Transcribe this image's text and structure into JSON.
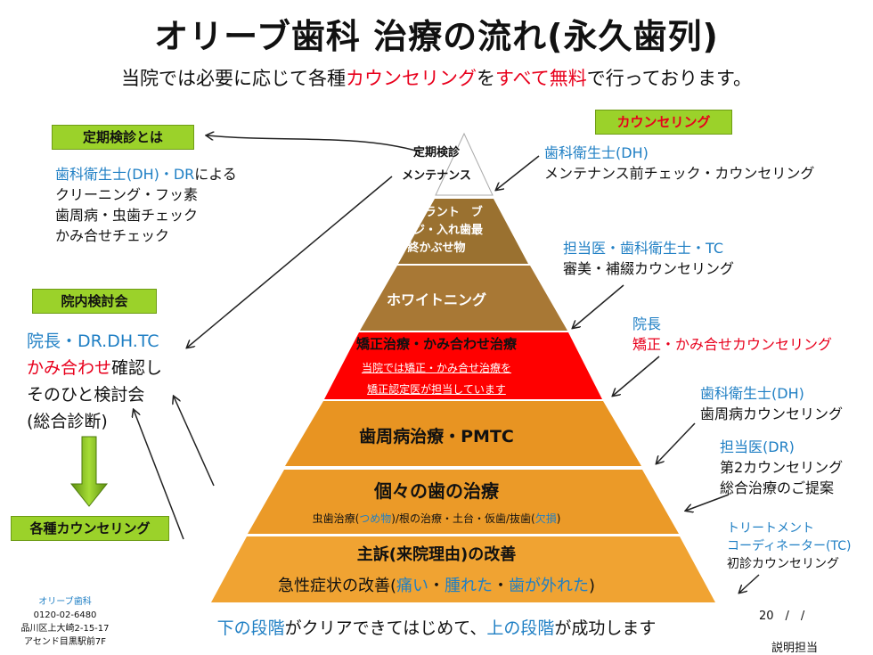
{
  "header": {
    "title": "オリーブ歯科 治療の流れ(永久歯列)",
    "subtitle_pre": "当院では必要に応じて各種",
    "subtitle_red1": "カウンセリング",
    "subtitle_mid": "を",
    "subtitle_red2": "すべて無料",
    "subtitle_post": "で行っております。"
  },
  "left": {
    "tag_checkup": "定期検診とは",
    "checkup_line1_blue": "歯科衛生士(DH)・DR",
    "checkup_line1_rest": "による",
    "checkup_line2": "クリーニング・フッ素",
    "checkup_line3": "歯周病・虫歯チェック",
    "checkup_line4": "かみ合せチェック",
    "tag_meeting": "院内検討会",
    "meeting_line1": "院長・DR.DH.TC",
    "meeting_line2_red": "かみ合わせ",
    "meeting_line2_rest": "確認し",
    "meeting_line3": "そのひと検討会",
    "meeting_line4": "(総合診断)",
    "tag_counseling": "各種カウンセリング"
  },
  "pyramid": {
    "tier1_a": "定期検診",
    "tier1_b": "メンテナンス",
    "tier2_a": "インプラント　ブ",
    "tier2_b": "リッジ・入れ歯最",
    "tier2_c": "終かぶせ物",
    "tier3": "ホワイトニング",
    "tier4_a": "矯正治療・かみ合わせ治療",
    "tier4_b": "当院では矯正・かみ合せ治療を",
    "tier4_c": "矯正認定医が担当しています",
    "tier5": "歯周病治療・PMTC",
    "tier6_a": "個々の歯の治療",
    "tier6_b_1": "虫歯治療(",
    "tier6_b_2": "つめ物",
    "tier6_b_3": ")/根の治療・土台・仮歯/抜歯(",
    "tier6_b_4": "欠損",
    "tier6_b_5": ")",
    "tier7_a": "主訴(来院理由)の改善",
    "tier7_b_1": "急性症状の改善(",
    "tier7_b_2": "痛い",
    "tier7_b_3": "・",
    "tier7_b_4": "腫れた",
    "tier7_b_5": "・",
    "tier7_b_6": "歯が外れた",
    "tier7_b_7": ")"
  },
  "right": {
    "tag_counseling": "カウンセリング",
    "r1_blue": "歯科衛生士(DH)",
    "r1_text": "メンテナンス前チェック・カウンセリング",
    "r2_blue": "担当医・歯科衛生士・TC",
    "r2_text": "審美・補綴カウンセリング",
    "r3_blue": "院長",
    "r3_red": "矯正・かみ合せカウンセリング",
    "r4_blue": "歯科衛生士(DH)",
    "r4_text": "歯周病カウンセリング",
    "r5_blue": "担当医(DR)",
    "r5_text1": "第2カウンセリング",
    "r5_text2": "総合治療のご提案",
    "r6_blue1": "トリートメント",
    "r6_blue2": "コーディネーター(TC)",
    "r6_text": "初診カウンセリング"
  },
  "footer": {
    "clinic_name": "オリーブ歯科",
    "phone": "0120-02-6480",
    "address1": "品川区上大崎2-15-17",
    "address2": "アセンド目黒駅前7F",
    "bottom_blue1": "下の段階",
    "bottom_mid": "がクリアできてはじめて、",
    "bottom_blue2": "上の段階",
    "bottom_post": "が成功します",
    "page_date": "20　/　/",
    "presenter": "説明担当"
  },
  "colors": {
    "red": "#e8001c",
    "blue": "#1f7fc4",
    "tag_green": "#9bd22a",
    "tier_red": "#ff0000",
    "tier_orange": "#e9931a",
    "tier_brown": "#a87835",
    "tier_darkbrown": "#9a7130"
  }
}
